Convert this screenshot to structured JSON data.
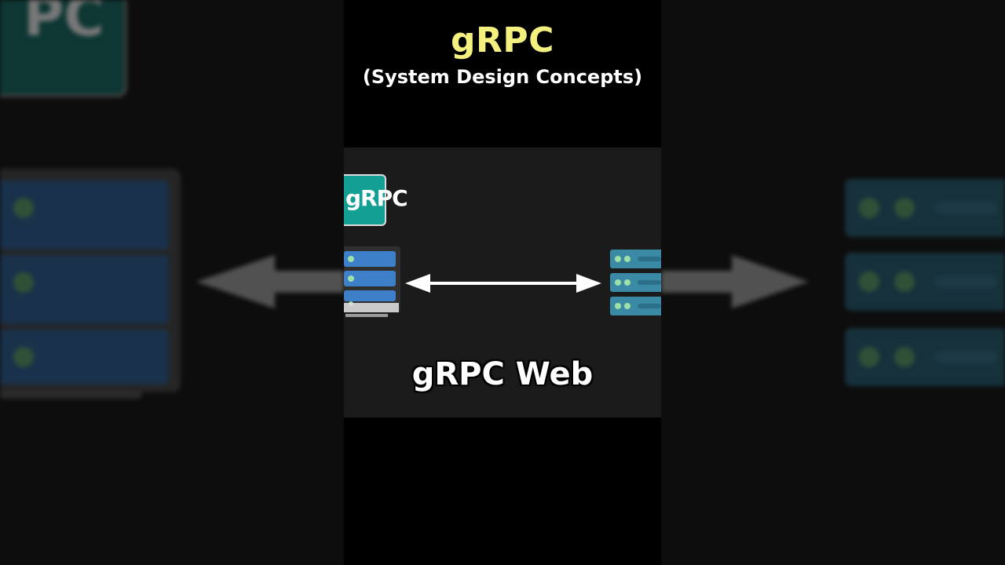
{
  "title": "gRPC",
  "subtitle": "(System Design Concepts)",
  "frame": {
    "logo_text": "gRPC",
    "caption": "gRPC Web",
    "client_icon": "desktop-server-icon",
    "server_icon": "server-rack-icon",
    "connection_icon": "bidirectional-arrow-icon"
  },
  "colors": {
    "title": "#f3f07f",
    "logo_bg": "#139f93",
    "server_blue": "#3d7fc9",
    "server_teal": "#3a8aa6",
    "led_green": "#7ee0a0"
  }
}
